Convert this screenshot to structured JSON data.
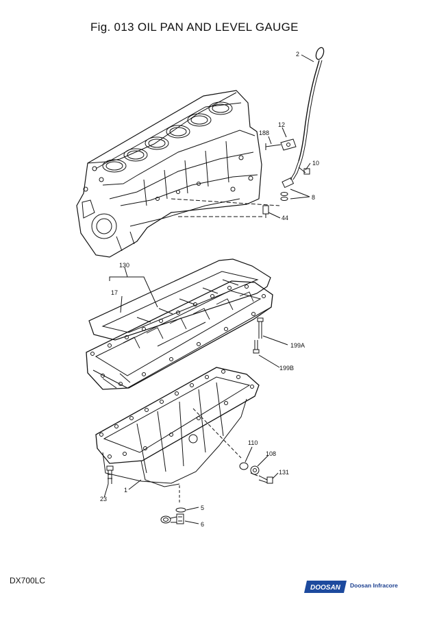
{
  "page": {
    "title": "Fig. 013 OIL PAN AND LEVEL GAUGE",
    "model": "DX700LC"
  },
  "brand": {
    "logo_text": "DOOSAN",
    "company": "Doosan Infracore",
    "logo_color": "#1d4a9e",
    "text_color": "#1b3f8f"
  },
  "callouts": [
    {
      "id": "2",
      "label": "2"
    },
    {
      "id": "12",
      "label": "12"
    },
    {
      "id": "188",
      "label": "188"
    },
    {
      "id": "10",
      "label": "10"
    },
    {
      "id": "8",
      "label": "8"
    },
    {
      "id": "44",
      "label": "44"
    },
    {
      "id": "130",
      "label": "130"
    },
    {
      "id": "17",
      "label": "17"
    },
    {
      "id": "199A",
      "label": "199A"
    },
    {
      "id": "199B",
      "label": "199B"
    },
    {
      "id": "110",
      "label": "110"
    },
    {
      "id": "108",
      "label": "108"
    },
    {
      "id": "131",
      "label": "131"
    },
    {
      "id": "1",
      "label": "1"
    },
    {
      "id": "23",
      "label": "23"
    },
    {
      "id": "5",
      "label": "5"
    },
    {
      "id": "6",
      "label": "6"
    }
  ]
}
